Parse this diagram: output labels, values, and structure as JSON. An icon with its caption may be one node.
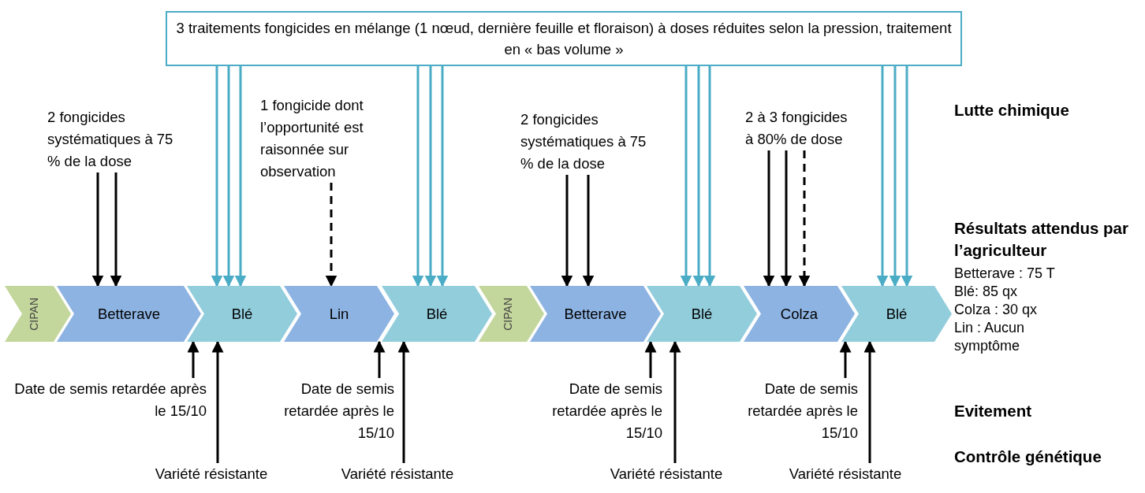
{
  "diagram": {
    "nodes": [
      {
        "text": [
          "3 traitements fongicides en mélange (1 nœud, dernière feuille et floraison) à doses réduites selon la pression, traitement en « bas volume »"
        ]
      },
      {
        "text": [
          "2 fongicides systématiques à 75 % de la dose"
        ]
      },
      {
        "text": [
          "1 fongicide dont l’opportunité est raisonnée sur observation"
        ]
      },
      {
        "text": [
          "2 fongicides systématiques à 75 % de la dose"
        ]
      },
      {
        "text": [
          "2 à 3 fongicides à 80% de dose"
        ]
      },
      {
        "text": [
          "CIPAN"
        ]
      },
      {
        "text": [
          "Betterave"
        ]
      },
      {
        "text": [
          "Blé"
        ]
      },
      {
        "text": [
          "Lin"
        ]
      },
      {
        "text": [
          "Blé"
        ]
      },
      {
        "text": [
          "CIPAN"
        ]
      },
      {
        "text": [
          "Betterave"
        ]
      },
      {
        "text": [
          "Blé"
        ]
      },
      {
        "text": [
          "Colza"
        ]
      },
      {
        "text": [
          "Blé"
        ]
      },
      {
        "text": [
          "Date de semis retardée après le 15/10"
        ]
      },
      {
        "text": [
          "Variété résistante"
        ]
      },
      {
        "text": [
          "Date de semis retardée après le 15/10"
        ]
      },
      {
        "text": [
          "Variété résistante"
        ]
      },
      {
        "text": [
          "Date de semis retardée après le 15/10"
        ]
      },
      {
        "text": [
          "Variété résistante"
        ]
      },
      {
        "text": [
          "Date de semis retardée après le 15/10"
        ]
      },
      {
        "text": [
          "Variété résistante"
        ]
      }
    ],
    "edges": [
      {
        "from": 0,
        "to": 7,
        "arrow": "to",
        "color": "#4bacc6"
      },
      {
        "from": 0,
        "to": 7,
        "arrow": "to",
        "color": "#4bacc6"
      },
      {
        "from": 0,
        "to": 7,
        "arrow": "to",
        "color": "#4bacc6"
      },
      {
        "from": 0,
        "to": 9,
        "arrow": "to",
        "color": "#4bacc6"
      },
      {
        "from": 0,
        "to": 9,
        "arrow": "to",
        "color": "#4bacc6"
      },
      {
        "from": 0,
        "to": 9,
        "arrow": "to",
        "color": "#4bacc6"
      },
      {
        "from": 0,
        "to": 12,
        "arrow": "to",
        "color": "#4bacc6"
      },
      {
        "from": 0,
        "to": 12,
        "arrow": "to",
        "color": "#4bacc6"
      },
      {
        "from": 0,
        "to": 12,
        "arrow": "to",
        "color": "#4bacc6"
      },
      {
        "from": 0,
        "to": 14,
        "arrow": "to",
        "color": "#4bacc6"
      },
      {
        "from": 0,
        "to": 14,
        "arrow": "to",
        "color": "#4bacc6"
      },
      {
        "from": 0,
        "to": 14,
        "arrow": "to",
        "color": "#4bacc6"
      },
      {
        "from": 1,
        "to": 6,
        "arrow": "to"
      },
      {
        "from": 1,
        "to": 6,
        "arrow": "to"
      },
      {
        "from": 2,
        "to": 8,
        "arrow": "to",
        "style": "dashed"
      },
      {
        "from": 3,
        "to": 11,
        "arrow": "to"
      },
      {
        "from": 3,
        "to": 11,
        "arrow": "to"
      },
      {
        "from": 4,
        "to": 13,
        "arrow": "to"
      },
      {
        "from": 4,
        "to": 13,
        "arrow": "to"
      },
      {
        "from": 4,
        "to": 13,
        "arrow": "to",
        "style": "dashed"
      },
      {
        "from": 15,
        "to": 7,
        "arrow": "to"
      },
      {
        "from": 16,
        "to": 7,
        "arrow": "to"
      },
      {
        "from": 17,
        "to": 9,
        "arrow": "to"
      },
      {
        "from": 18,
        "to": 9,
        "arrow": "to"
      },
      {
        "from": 19,
        "to": 12,
        "arrow": "to"
      },
      {
        "from": 20,
        "to": 12,
        "arrow": "to"
      },
      {
        "from": 21,
        "to": 14,
        "arrow": "to"
      },
      {
        "from": 22,
        "to": 14,
        "arrow": "to"
      }
    ],
    "labels": [
      "Lutte chimique",
      "Résultats attendus par l’agriculteur",
      "Betterave : 75 T",
      "Blé: 85 qx",
      "Colza : 30 qx",
      "Lin : Aucun symptôme",
      "Evitement",
      "Contrôle génétique"
    ]
  }
}
